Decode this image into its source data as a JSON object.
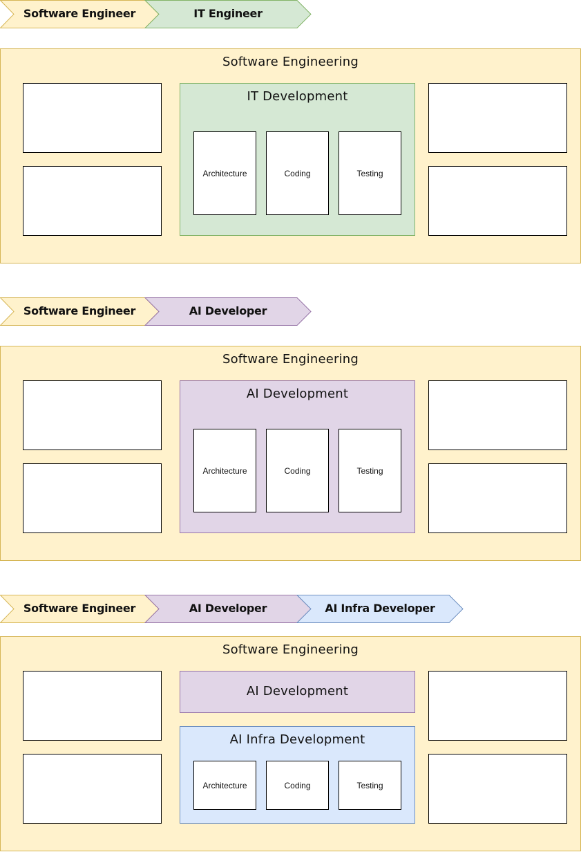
{
  "colors": {
    "software_fill": "#fff2cc",
    "software_stroke": "#d6b656",
    "it_fill": "#d5e8d4",
    "it_stroke": "#82b366",
    "ai_fill": "#e1d5e7",
    "ai_stroke": "#9673a6",
    "infra_fill": "#dae8fc",
    "infra_stroke": "#6c8ebf"
  },
  "sections": [
    {
      "chevrons": [
        "Software Engineer",
        "IT Engineer"
      ],
      "container_title": "Software Engineering",
      "focus_title": "IT Development",
      "cards": [
        "Architecture",
        "Coding",
        "Testing"
      ]
    },
    {
      "chevrons": [
        "Software Engineer",
        "AI Developer"
      ],
      "container_title": "Software Engineering",
      "focus_title": "AI Development",
      "cards": [
        "Architecture",
        "Coding",
        "Testing"
      ]
    },
    {
      "chevrons": [
        "Software Engineer",
        "AI Developer",
        "AI Infra Developer"
      ],
      "container_title": "Software Engineering",
      "focus_title": "AI Development",
      "sub_focus_title": "AI Infra Development",
      "cards": [
        "Architecture",
        "Coding",
        "Testing"
      ]
    }
  ]
}
